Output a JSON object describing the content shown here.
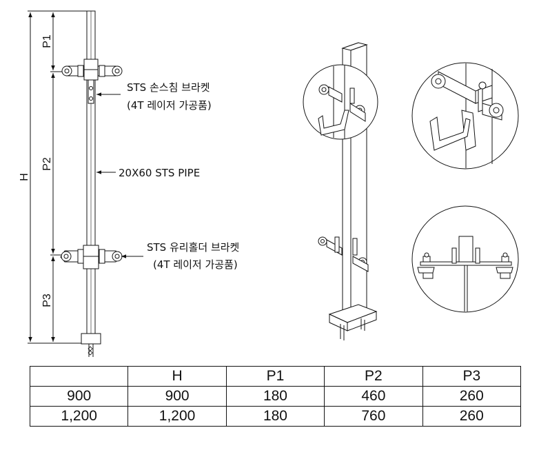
{
  "labels": {
    "handrail_bracket": "STS 손스침 브라켓",
    "handrail_bracket_note": "(4T 레이저 가공품)",
    "pipe": "20X60 STS PIPE",
    "glass_holder_bracket": "STS 유리홀더 브라켓",
    "glass_holder_note": "(4T 레이저 가공품)"
  },
  "dimensions": {
    "h": "H",
    "p1": "P1",
    "p2": "P2",
    "p3": "P3"
  },
  "table": {
    "headers": [
      "",
      "H",
      "P1",
      "P2",
      "P3"
    ],
    "rows": [
      [
        "900",
        "900",
        "180",
        "460",
        "260"
      ],
      [
        "1,200",
        "1,200",
        "180",
        "760",
        "260"
      ]
    ]
  }
}
